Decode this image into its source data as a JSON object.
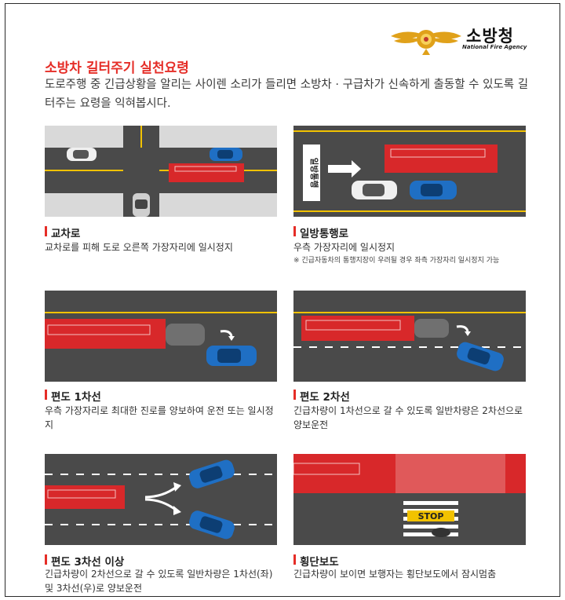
{
  "header": {
    "logo_text": "소방청",
    "logo_sub": "National Fire Agency"
  },
  "title": "소방차 길터주기 실천요령",
  "intro": "도로주행 중 긴급상황을 알리는 사이렌 소리가 들리면 소방차 · 구급차가 신속하게 출동할 수 있도록 길 터주는 요령을 익혀봅시다.",
  "sections": [
    {
      "title": "교차로",
      "desc": "교차로를 피해 도로 오른쪽 가장자리에 일시정지",
      "note": ""
    },
    {
      "title": "일방통행로",
      "desc": "우측 가장자리에 일시정지",
      "note": "※ 긴급자동차의 통행지장이 우려될 경우 좌측 가장자리 일시정지 가능",
      "road_sign": "일방통행"
    },
    {
      "title": "편도 1차선",
      "desc": "우측 가장자리로 최대한 진로를 양보하여 운전 또는 일시정지",
      "note": ""
    },
    {
      "title": "편도 2차선",
      "desc": "긴급차량이 1차선으로 갈 수 있도록 일반차량은 2차선으로 양보운전",
      "note": ""
    },
    {
      "title": "편도 3차선 이상",
      "desc": "긴급차량이 2차선으로 갈 수 있도록 일반차량은 1차선(좌) 및 3차선(우)로 양보운전",
      "note": ""
    },
    {
      "title": "횡단보도",
      "desc": "긴급차량이 보이면 보행자는 횡단보도에서 잠시멈춤",
      "note": "",
      "road_sign": "STOP"
    }
  ],
  "colors": {
    "accent": "#e52d27",
    "road": "#4a4a4a",
    "lane_yellow": "#f2c200",
    "fire_truck": "#d8282a",
    "blue_car": "#1f6fc4"
  }
}
